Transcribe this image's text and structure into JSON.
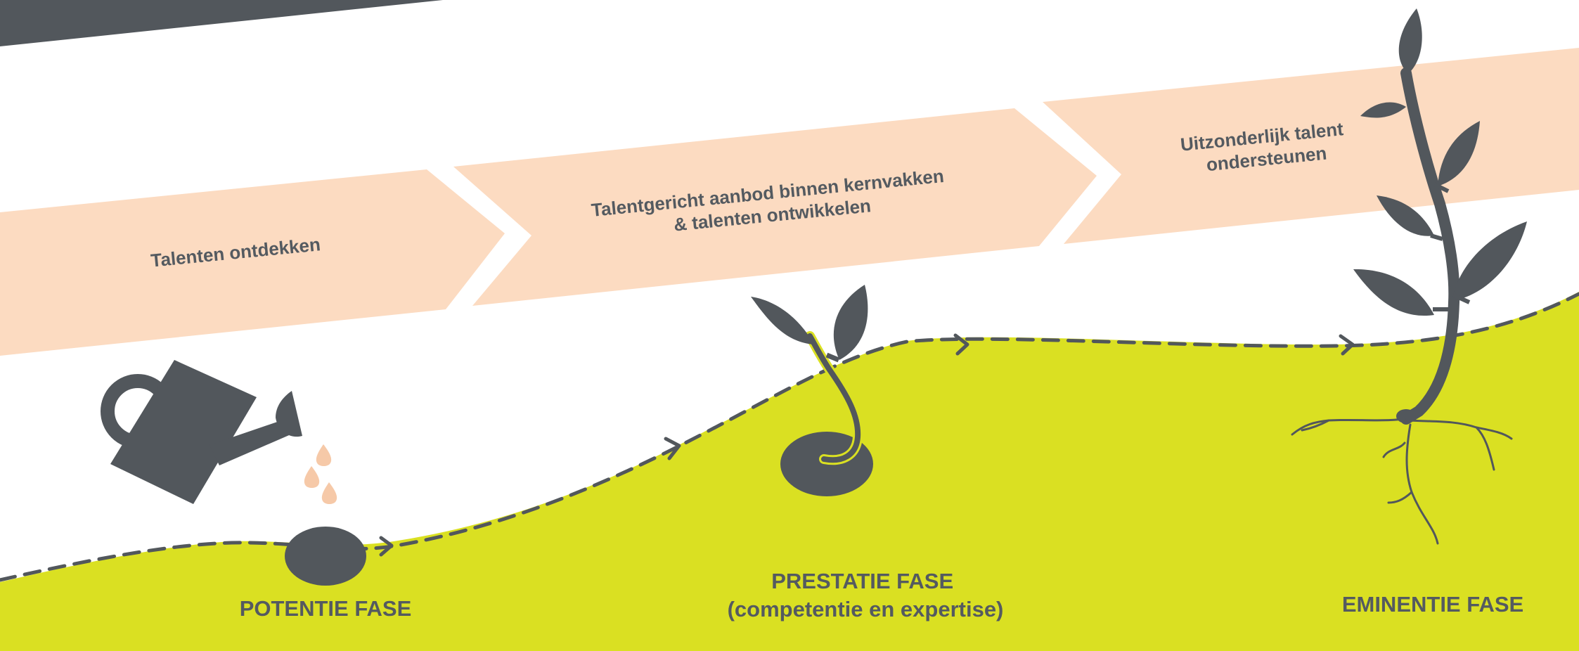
{
  "colors": {
    "ground": "#dae022",
    "banner": "#fcdbc1",
    "ink": "#52575c",
    "drop": "#f6c9a8",
    "background": "#ffffff"
  },
  "banners": [
    {
      "label_lines": [
        "Talenten ontdekken"
      ]
    },
    {
      "label_lines": [
        "Talentgericht aanbod binnen kernvakken",
        "& talenten ontwikkelen"
      ]
    },
    {
      "label_lines": [
        "Uitzonderlijk talent",
        "ondersteunen"
      ]
    }
  ],
  "phases": [
    {
      "label_lines": [
        "POTENTIE FASE"
      ]
    },
    {
      "label_lines": [
        "PRESTATIE FASE",
        "(competentie en expertise)"
      ]
    },
    {
      "label_lines": [
        "EMINENTIE FASE"
      ]
    }
  ],
  "icons": [
    "watering-can-icon",
    "water-drop-icon",
    "seed-icon",
    "sprout-icon",
    "plant-icon",
    "roots-icon",
    "arrow-icon"
  ]
}
